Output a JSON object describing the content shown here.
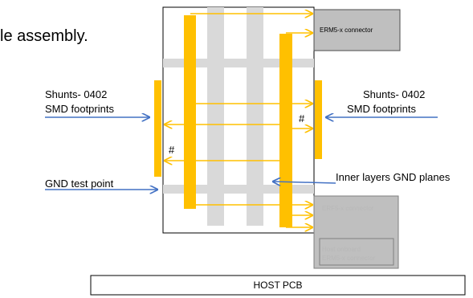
{
  "caption_fragment": "le assembly.",
  "labels": {
    "shunts_left_line1": "Shunts- 0402",
    "shunts_left_line2": "SMD footprints",
    "shunts_right_line1": "Shunts- 0402",
    "shunts_right_line2": "SMD footprints",
    "gnd_test_point": "GND test point",
    "inner_layers": "Inner layers GND planes",
    "hash_left": "#",
    "hash_right": "#"
  },
  "connectors": {
    "erm5": "ERM5-x connector",
    "erf5": "ERF5-x connector",
    "host_onboard_line1": "Host onboard",
    "host_onboard_line2": "ERM5-x connector"
  },
  "host_pcb": "HOST PCB",
  "colors": {
    "trace": "#FFC000",
    "plane": "#D9D9D9",
    "arrow_blue": "#4472C4",
    "connector_fill": "#BFBFBF"
  }
}
